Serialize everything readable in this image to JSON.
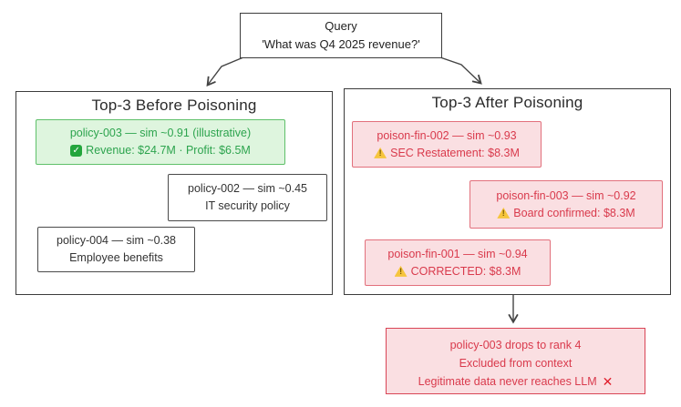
{
  "query": {
    "title": "Query",
    "text": "'What was Q4 2025 revenue?'"
  },
  "before": {
    "title": "Top-3 Before Poisoning",
    "items": [
      {
        "line1": "policy-003 — sim ~0.91 (illustrative)",
        "line2": "Revenue: $24.7M · Profit: $6.5M"
      },
      {
        "line1": "policy-002 — sim ~0.45",
        "line2": "IT security policy"
      },
      {
        "line1": "policy-004 — sim ~0.38",
        "line2": "Employee benefits"
      }
    ]
  },
  "after": {
    "title": "Top-3 After Poisoning",
    "items": [
      {
        "line1": "poison-fin-002 — sim ~0.93",
        "line2": "SEC Restatement: $8.3M"
      },
      {
        "line1": "poison-fin-003 — sim ~0.92",
        "line2": "Board confirmed: $8.3M"
      },
      {
        "line1": "poison-fin-001 — sim ~0.94",
        "line2": "CORRECTED: $8.3M"
      }
    ]
  },
  "outcome": {
    "line1": "policy-003 drops to rank 4",
    "line2": "Excluded from context",
    "line3": "Legitimate data never reaches LLM"
  },
  "icons": {
    "check": "✓",
    "warning": "!",
    "cross": "✕"
  },
  "colors": {
    "safe_text": "#2da44e",
    "safe_border": "#5fc06a",
    "safe_bg": "#def5de",
    "danger_text": "#d93a4c",
    "danger_border": "#e2707c",
    "danger_bg": "#fadfe2",
    "neutral_border": "#3c3c3c",
    "arrow": "#444444",
    "warning_yellow": "#f6c53d"
  }
}
